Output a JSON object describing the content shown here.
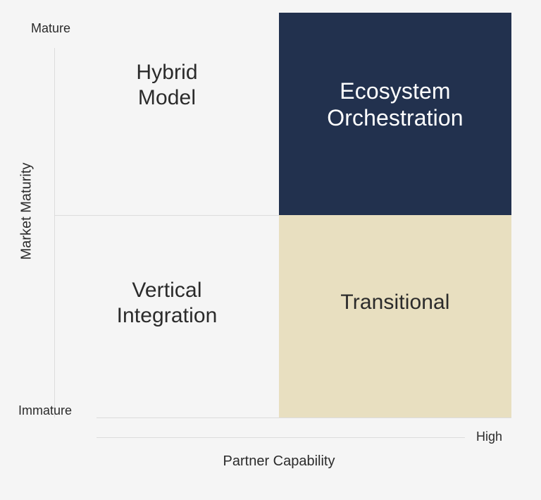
{
  "chart_data": {
    "type": "table",
    "title": "",
    "xlabel": "Partner Capability",
    "ylabel": "Market Maturity",
    "x_ticks": [
      "High"
    ],
    "y_ticks": [
      "Mature",
      "Immature"
    ],
    "grid": true,
    "legend": "none",
    "axes": {
      "x": {
        "low": "",
        "high": "High"
      },
      "y": {
        "low": "Immature",
        "high": "Mature"
      }
    },
    "quadrants": [
      {
        "id": "hybrid-model",
        "label": "Hybrid\nModel",
        "label_line_1": "Hybrid",
        "label_line_2": "Model",
        "x_position": "low",
        "y_position": "mature",
        "fill": "none",
        "fill_color": "#f5f5f5",
        "text_color": "#2b2b2b",
        "highlighted": false
      },
      {
        "id": "ecosystem-orchestration",
        "label": "Ecosystem\nOrchestration",
        "label_line_1": "Ecosystem",
        "label_line_2": "Orchestration",
        "x_position": "high",
        "y_position": "mature",
        "fill": "navy",
        "fill_color": "#22314e",
        "text_color": "#ffffff",
        "highlighted": true
      },
      {
        "id": "vertical-integration",
        "label": "Vertical\nIntegration",
        "label_line_1": "Vertical",
        "label_line_2": "Integration",
        "x_position": "low",
        "y_position": "immature",
        "fill": "none",
        "fill_color": "#f5f5f5",
        "text_color": "#2b2b2b",
        "highlighted": false
      },
      {
        "id": "transitional",
        "label": "Transitional",
        "label_line_1": "Transitional",
        "label_line_2": "",
        "x_position": "high",
        "y_position": "immature",
        "fill": "tan",
        "fill_color": "#e8dfc0",
        "text_color": "#2b2b2b",
        "highlighted": true
      }
    ]
  },
  "canvas": {
    "background": "#f5f5f5",
    "gridline_color": "#dcdcdc"
  },
  "axes": {
    "y_title": "Market Maturity",
    "x_title": "Partner Capability",
    "y_top_tick": "Mature",
    "y_bottom_tick": "Immature",
    "x_right_tick": "High"
  },
  "quadrant_labels": {
    "hybrid_line1": "Hybrid",
    "hybrid_line2": "Model",
    "ecosystem_line1": "Ecosystem",
    "ecosystem_line2": "Orchestration",
    "vertical_line1": "Vertical",
    "vertical_line2": "Integration",
    "transitional": "Transitional"
  }
}
